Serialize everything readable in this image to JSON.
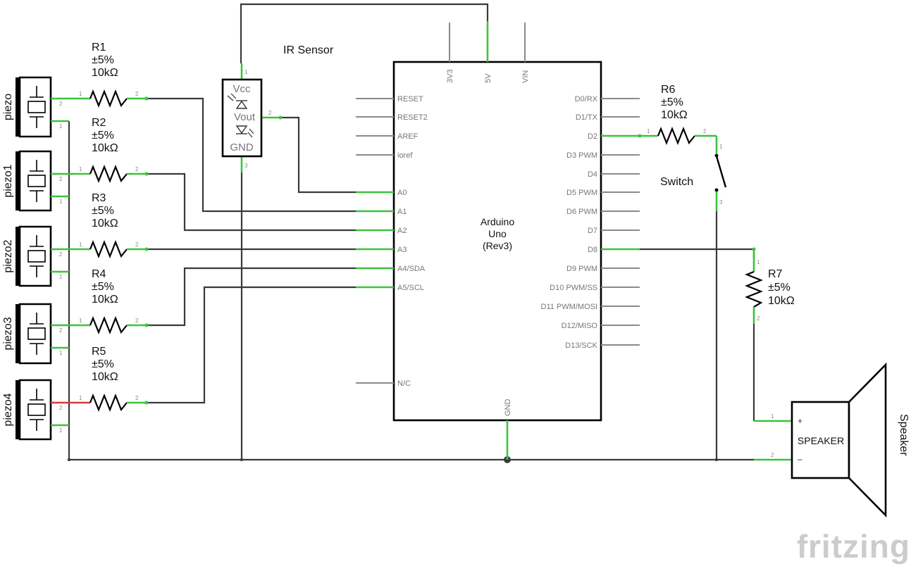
{
  "arduino": {
    "name": "Arduino",
    "model": "Uno",
    "rev": "(Rev3)",
    "top_pins": [
      "3V3",
      "5V",
      "VIN"
    ],
    "bottom_pin": "GND",
    "left_pins": [
      "RESET",
      "RESET2",
      "AREF",
      "ioref",
      "A0",
      "A1",
      "A2",
      "A3",
      "A4/SDA",
      "A5/SCL",
      "N/C"
    ],
    "right_pins": [
      "D0/RX",
      "D1/TX",
      "D2",
      "D3 PWM",
      "D4",
      "D5 PWM",
      "D6 PWM",
      "D7",
      "D8",
      "D9 PWM",
      "D10 PWM/SS",
      "D11 PWM/MOSI",
      "D12/MISO",
      "D13/SCK"
    ]
  },
  "ir_sensor": {
    "label": "IR Sensor",
    "vcc": "Vcc",
    "vout": "Vout",
    "gnd": "GND",
    "pin_numbers": [
      "1",
      "2",
      "3"
    ]
  },
  "piezos": [
    "piezo",
    "piezo1",
    "piezo2",
    "piezo3",
    "piezo4"
  ],
  "piezo_pin_numbers": [
    "2",
    "1"
  ],
  "resistor_pin_numbers": [
    "1",
    "2"
  ],
  "resistors": [
    {
      "name": "R1",
      "tolerance": "±5%",
      "value": "10kΩ"
    },
    {
      "name": "R2",
      "tolerance": "±5%",
      "value": "10kΩ"
    },
    {
      "name": "R3",
      "tolerance": "±5%",
      "value": "10kΩ"
    },
    {
      "name": "R4",
      "tolerance": "±5%",
      "value": "10kΩ"
    },
    {
      "name": "R5",
      "tolerance": "±5%",
      "value": "10kΩ"
    },
    {
      "name": "R6",
      "tolerance": "±5%",
      "value": "10kΩ"
    },
    {
      "name": "R7",
      "tolerance": "±5%",
      "value": "10kΩ"
    }
  ],
  "switch": {
    "label": "Switch",
    "pin_numbers": [
      "1",
      "3"
    ]
  },
  "speaker": {
    "label": "SPEAKER",
    "title": "Speaker",
    "plus": "+",
    "minus": "–",
    "pin_numbers": [
      "1",
      "2"
    ]
  },
  "brand": {
    "text": "fritzing",
    "color": "#cccccc"
  },
  "colors": {
    "connected_pin": "#3ac43a",
    "unrouted_pin": "#d23a3a",
    "wire": "#3a3a3a"
  }
}
